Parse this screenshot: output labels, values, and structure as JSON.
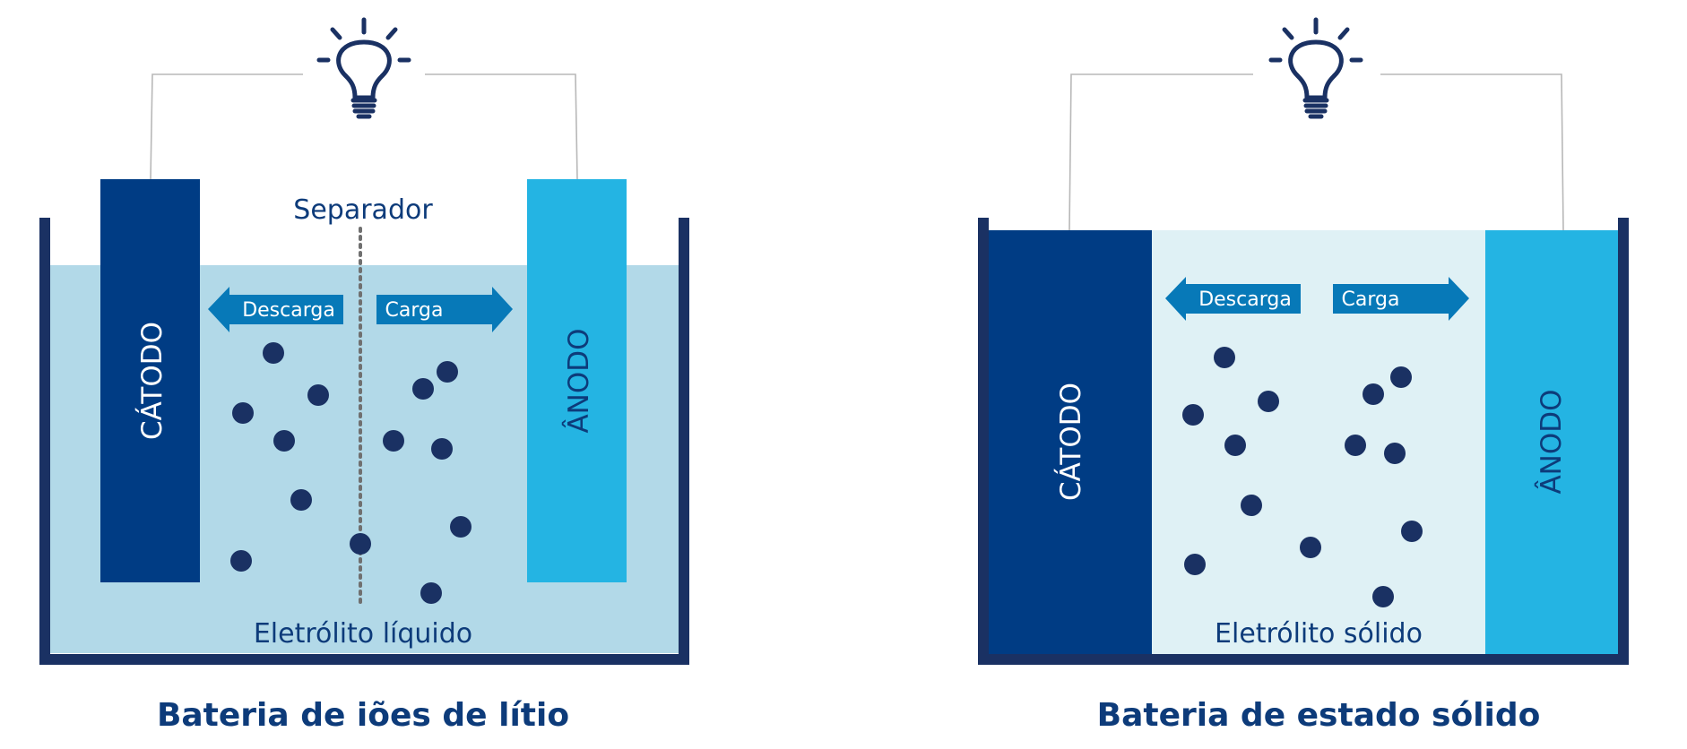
{
  "colors": {
    "navy": "#0d3b7a",
    "container": "#1a3163",
    "cathode": "#003c84",
    "anode": "#24b4e3",
    "liquid": "#b2d9e8",
    "solid": "#dff1f5",
    "arrow": "#0779b8",
    "ion": "#1a3163",
    "wire": "#b8b8b8",
    "separator": "#707070"
  },
  "icons": {
    "bulb": "lightbulb-icon"
  },
  "liquid_battery": {
    "caption": "Bateria de iões de lítio",
    "cathode_label": "CÁTODO",
    "anode_label": "ÂNODO",
    "separator_label": "Separador",
    "discharge_label": "Descarga",
    "charge_label": "Carga",
    "electrolyte_label": "Eletrólito líquido"
  },
  "solid_battery": {
    "caption": "Bateria de estado sólido",
    "cathode_label": "CÁTODO",
    "anode_label": "ÂNODO",
    "discharge_label": "Descarga",
    "charge_label": "Carga",
    "electrolyte_label": "Eletrólito sólido"
  }
}
